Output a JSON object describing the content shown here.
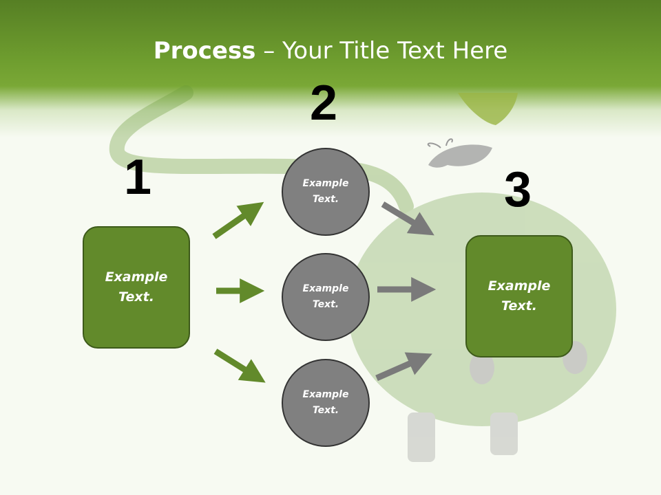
{
  "slide": {
    "title_bold": "Process",
    "title_rest": " – Your Title Text Here"
  },
  "steps": {
    "one": {
      "number": "1",
      "text": "Example\nText."
    },
    "two": {
      "number": "2"
    },
    "three": {
      "number": "3",
      "text": "Example\nText."
    }
  },
  "circles": [
    {
      "text": "Example\nText."
    },
    {
      "text": "Example\nText."
    },
    {
      "text": "Example\nText."
    }
  ],
  "colors": {
    "header_green": "#6f9e2f",
    "box_green": "#628a2b",
    "circle_gray": "#808080",
    "green_arrow": "#628a2b",
    "gray_arrow": "#7a7a7a"
  }
}
